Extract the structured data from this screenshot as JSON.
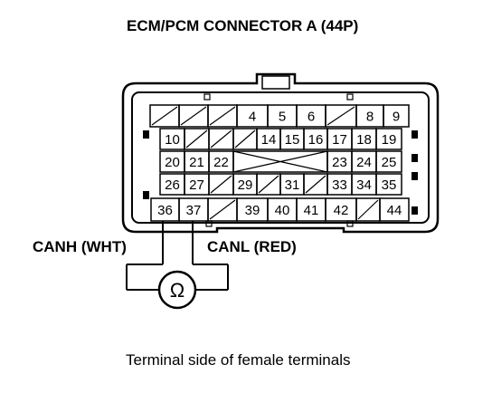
{
  "title": "ECM/PCM CONNECTOR A (44P)",
  "probe_labels": {
    "canh": "CANH (WHT)",
    "canl": "CANL (RED)"
  },
  "ohm_symbol": "Ω",
  "caption": "Terminal side of female terminals",
  "terminals": {
    "row1": [
      "",
      "",
      "",
      "4",
      "5",
      "6",
      "",
      "8",
      "9"
    ],
    "row2": [
      "10",
      "",
      "",
      "",
      "14",
      "15",
      "16",
      "17",
      "18",
      "19"
    ],
    "row3": [
      "20",
      "21",
      "22",
      "",
      "23",
      "24",
      "25"
    ],
    "row4": [
      "26",
      "27",
      "",
      "29",
      "",
      "31",
      "",
      "33",
      "34",
      "35"
    ],
    "row5": [
      "36",
      "37",
      "",
      "39",
      "40",
      "41",
      "42",
      "",
      "44"
    ]
  }
}
